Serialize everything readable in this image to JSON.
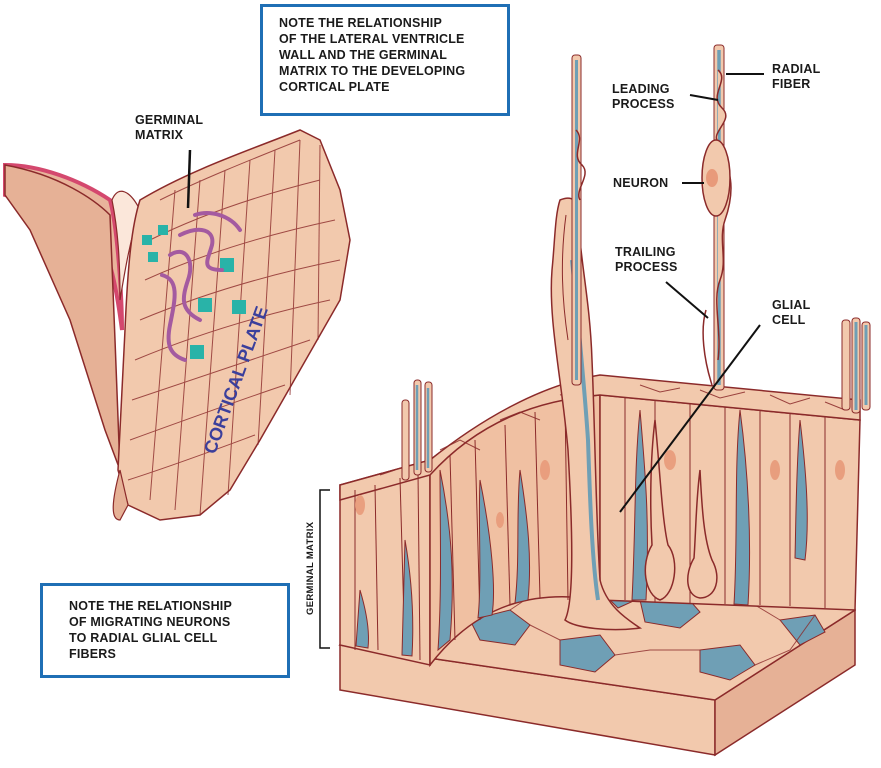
{
  "notes": {
    "top": "NOTE THE RELATIONSHIP\nOF THE LATERAL VENTRICLE\nWALL AND THE GERMINAL\nMATRIX TO THE DEVELOPING\nCORTICAL PLATE",
    "bottom": "NOTE THE RELATIONSHIP\nOF MIGRATING NEURONS\nTO RADIAL GLIAL CELL\nFIBERS"
  },
  "labels": {
    "germinal_matrix": "GERMINAL\nMATRIX",
    "cortical_plate": "CORTICAL PLATE",
    "leading_process": "LEADING\nPROCESS",
    "radial_fiber": "RADIAL\nFIBER",
    "neuron": "NEURON",
    "trailing_process": "TRAILING\nPROCESS",
    "glial_cell": "GLIAL\nCELL",
    "germinal_matrix_vertical": "GERMINAL MATRIX"
  },
  "colors": {
    "box_border": "#1f6fb5",
    "tissue": "#f2c9ad",
    "tissue_line": "#8b2a2a",
    "ventricle_wall": "#d4486e",
    "glial": "#6f9fb5",
    "accent_teal": "#29b3a8",
    "migrating_neuron": "#a45aa0",
    "cortical_text": "#3b3f9c"
  }
}
